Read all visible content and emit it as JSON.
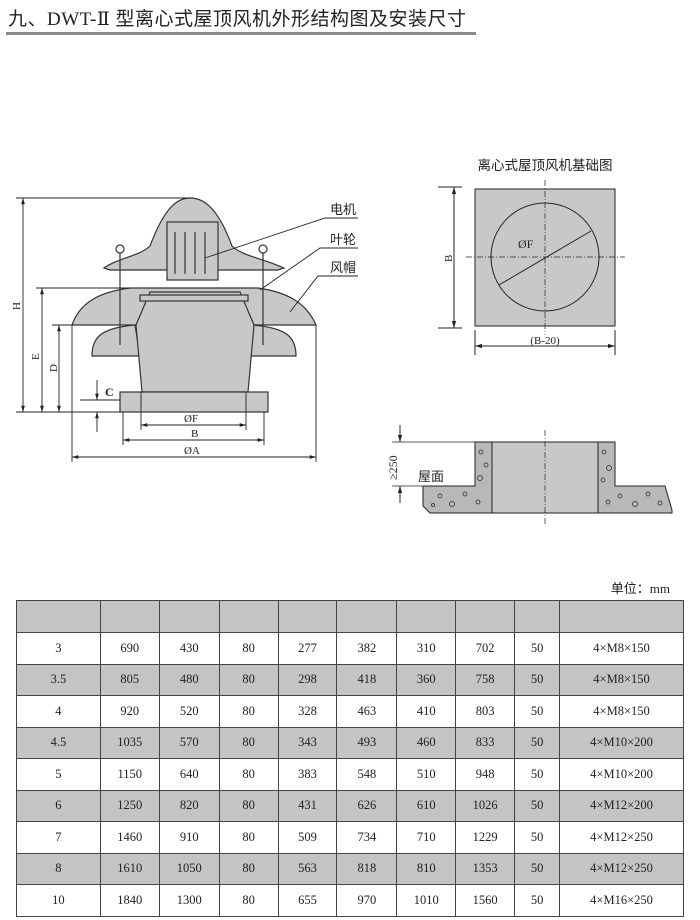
{
  "title": "九、DWT-Ⅱ 型离心式屋顶风机外形结构图及安装尺寸",
  "fan_diagram": {
    "labels": {
      "motor": "电机",
      "impeller": "叶轮",
      "hood": "风帽"
    },
    "dims": {
      "H": "H",
      "E": "E",
      "D": "D",
      "C": "C",
      "F": "ØF",
      "B": "B",
      "A": "ØA"
    }
  },
  "foundation_plan": {
    "title": "离心式屋顶风机基础图",
    "dim_b": "B",
    "dim_width": "(B-20)",
    "dim_f": "ØF"
  },
  "foundation_section": {
    "height": "≥250",
    "roof": "屋面"
  },
  "unit": "单位：mm",
  "table": {
    "header": [
      "",
      "",
      "",
      "",
      "",
      "",
      "",
      "",
      "",
      ""
    ],
    "rows": [
      [
        "3",
        "690",
        "430",
        "80",
        "277",
        "382",
        "310",
        "702",
        "50",
        "4×M8×150"
      ],
      [
        "3.5",
        "805",
        "480",
        "80",
        "298",
        "418",
        "360",
        "758",
        "50",
        "4×M8×150"
      ],
      [
        "4",
        "920",
        "520",
        "80",
        "328",
        "463",
        "410",
        "803",
        "50",
        "4×M8×150"
      ],
      [
        "4.5",
        "1035",
        "570",
        "80",
        "343",
        "493",
        "460",
        "833",
        "50",
        "4×M10×200"
      ],
      [
        "5",
        "1150",
        "640",
        "80",
        "383",
        "548",
        "510",
        "948",
        "50",
        "4×M10×200"
      ],
      [
        "6",
        "1250",
        "820",
        "80",
        "431",
        "626",
        "610",
        "1026",
        "50",
        "4×M12×200"
      ],
      [
        "7",
        "1460",
        "910",
        "80",
        "509",
        "734",
        "710",
        "1229",
        "50",
        "4×M12×250"
      ],
      [
        "8",
        "1610",
        "1050",
        "80",
        "563",
        "818",
        "810",
        "1353",
        "50",
        "4×M12×250"
      ],
      [
        "10",
        "1840",
        "1300",
        "80",
        "655",
        "970",
        "1010",
        "1560",
        "50",
        "4×M16×250"
      ]
    ]
  }
}
